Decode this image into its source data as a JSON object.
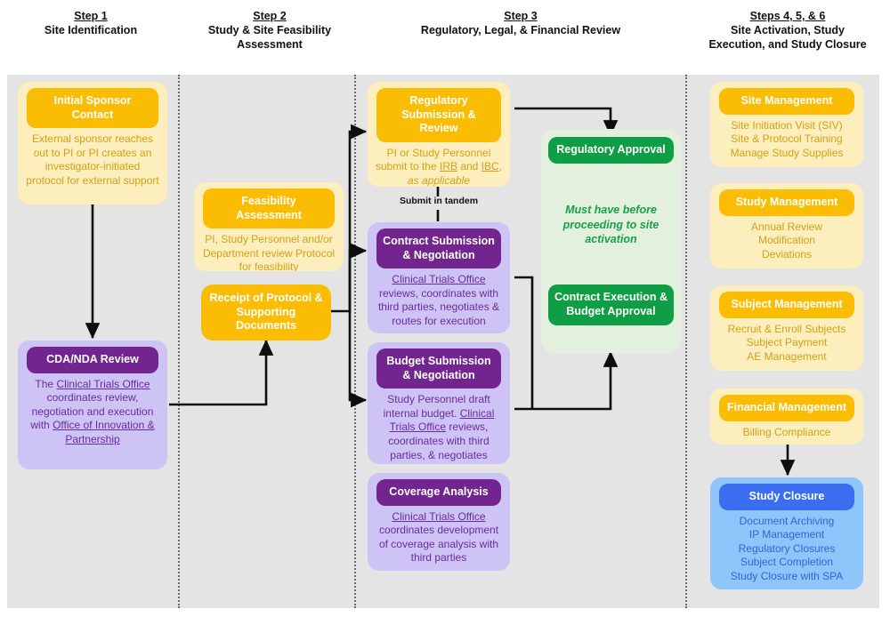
{
  "columns": [
    {
      "step": "Step 1",
      "sub": "Site Identification"
    },
    {
      "step": "Step 2",
      "sub": "Study & Site Feasibility Assessment"
    },
    {
      "step": "Step 3",
      "sub": "Regulatory, Legal, & Financial Review"
    },
    {
      "step": "Steps 4, 5, & 6",
      "sub": "Site Activation, Study Execution, and Study Closure"
    }
  ],
  "nodes": {
    "initial_sponsor_contact": {
      "title": "Initial Sponsor Contact",
      "body": "External sponsor reaches out to PI or PI creates an investigator-initiated protocol for external support"
    },
    "cda_nda_review": {
      "title": "CDA/NDA Review",
      "body_parts": [
        {
          "text": "The ",
          "link": false
        },
        {
          "text": "Clinical Trials Office",
          "link": true
        },
        {
          "text": " coordinates review, negotiation and execution with ",
          "link": false
        },
        {
          "text": "Office of Innovation & Partnership",
          "link": true
        }
      ]
    },
    "feasibility_assessment": {
      "title": "Feasibility Assessment",
      "body": "PI, Study Personnel and/or Department review Protocol for feasibility"
    },
    "receipt_of_protocol": {
      "title": "Receipt of Protocol & Supporting Documents"
    },
    "regulatory_submission": {
      "title": "Regulatory Submission & Review",
      "body_parts": [
        {
          "text": "PI or Study Personnel submit to the ",
          "link": false
        },
        {
          "text": "IRB",
          "link": true
        },
        {
          "text": " and ",
          "link": false
        },
        {
          "text": "IBC",
          "link": true
        },
        {
          "text": ",",
          "link": false
        },
        {
          "text": " as applicable",
          "italic": true
        }
      ]
    },
    "contract_submission": {
      "title": "Contract Submission & Negotiation",
      "body_parts": [
        {
          "text": "Clinical Trials Office",
          "link": true
        },
        {
          "text": " reviews, coordinates with third parties, negotiates & routes for execution",
          "link": false
        }
      ]
    },
    "budget_submission": {
      "title": "Budget Submission & Negotiation",
      "body_parts": [
        {
          "text": "Study Personnel draft internal budget. ",
          "link": false
        },
        {
          "text": "Clinical Trials Office",
          "link": true
        },
        {
          "text": " reviews, coordinates with third parties, & negotiates",
          "link": false
        }
      ]
    },
    "coverage_analysis": {
      "title": "Coverage Analysis",
      "body_parts": [
        {
          "text": "Clinical Trials Office",
          "link": true
        },
        {
          "text": " coordinates development of coverage analysis with third parties",
          "link": false
        }
      ]
    },
    "regulatory_approval": {
      "title": "Regulatory Approval"
    },
    "green_note": {
      "text": "Must have before proceeding to site activation"
    },
    "contract_execution": {
      "title": "Contract Execution & Budget Approval"
    },
    "site_management": {
      "title": "Site Management",
      "lines": [
        "Site Initiation Visit (SIV)",
        "Site & Protocol Training",
        "Manage Study Supplies"
      ]
    },
    "study_management": {
      "title": "Study Management",
      "lines": [
        "Annual Review",
        "Modification",
        "Deviations"
      ]
    },
    "subject_management": {
      "title": "Subject Management",
      "lines": [
        "Recruit & Enroll Subjects",
        "Subject Payment",
        "AE Management"
      ]
    },
    "financial_management": {
      "title": "Financial Management",
      "lines": [
        "Billing Compliance"
      ]
    },
    "study_closure": {
      "title": "Study Closure",
      "lines": [
        "Document Archiving",
        "IP Management",
        "Regulatory Closures",
        "Subject Completion",
        "Study Closure with SPA"
      ]
    }
  },
  "edges": {
    "submit_in_tandem": "Submit in tandem"
  },
  "colors": {
    "yellow_header": "#fbbc04",
    "yellow_body": "#fdeebd",
    "yellow_text": "#d1a215",
    "purple_header": "#72258f",
    "purple_body": "#cdc4f5",
    "purple_text": "#6a2a9c",
    "green_header": "#0f9d46",
    "green_body": "#e3f0dd",
    "green_text": "#18a04a",
    "blue_header": "#3b6df0",
    "blue_body": "#8ec5fb",
    "blue_text": "#2f66d8",
    "canvas": "#e4e4e4"
  }
}
